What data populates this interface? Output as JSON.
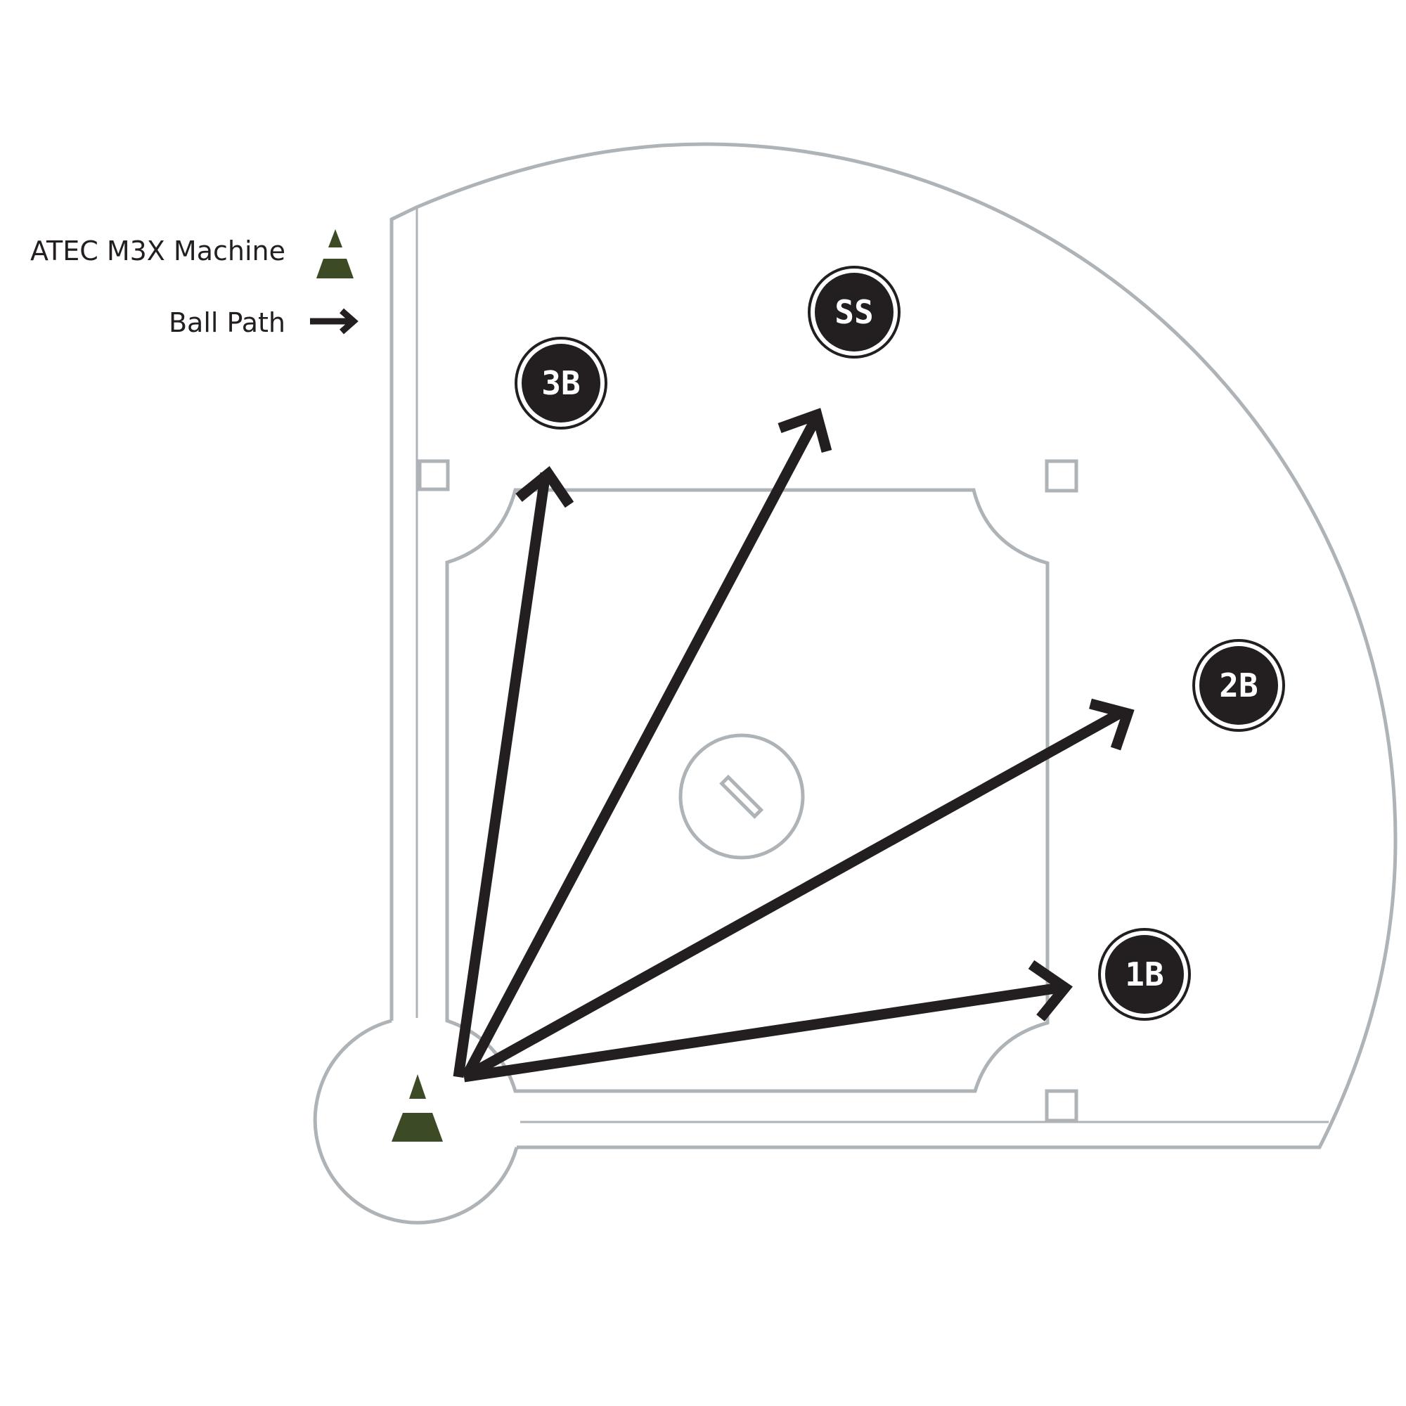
{
  "legend": {
    "machine_label": "ATEC M3X Machine",
    "path_label": "Ball Path"
  },
  "positions": {
    "third_base": "3B",
    "shortstop": "SS",
    "second_base": "2B",
    "first_base": "1B"
  },
  "colors": {
    "machine": "#3d4a26",
    "arrow": "#231f20",
    "field_lines": "#aeb3b7",
    "fielder_fill": "#231f20",
    "fielder_text": "#ffffff"
  },
  "icons": {
    "machine": "triangle-machine-icon",
    "ball_path": "arrow-right-icon",
    "pitching_rubber": "rubber-icon"
  }
}
